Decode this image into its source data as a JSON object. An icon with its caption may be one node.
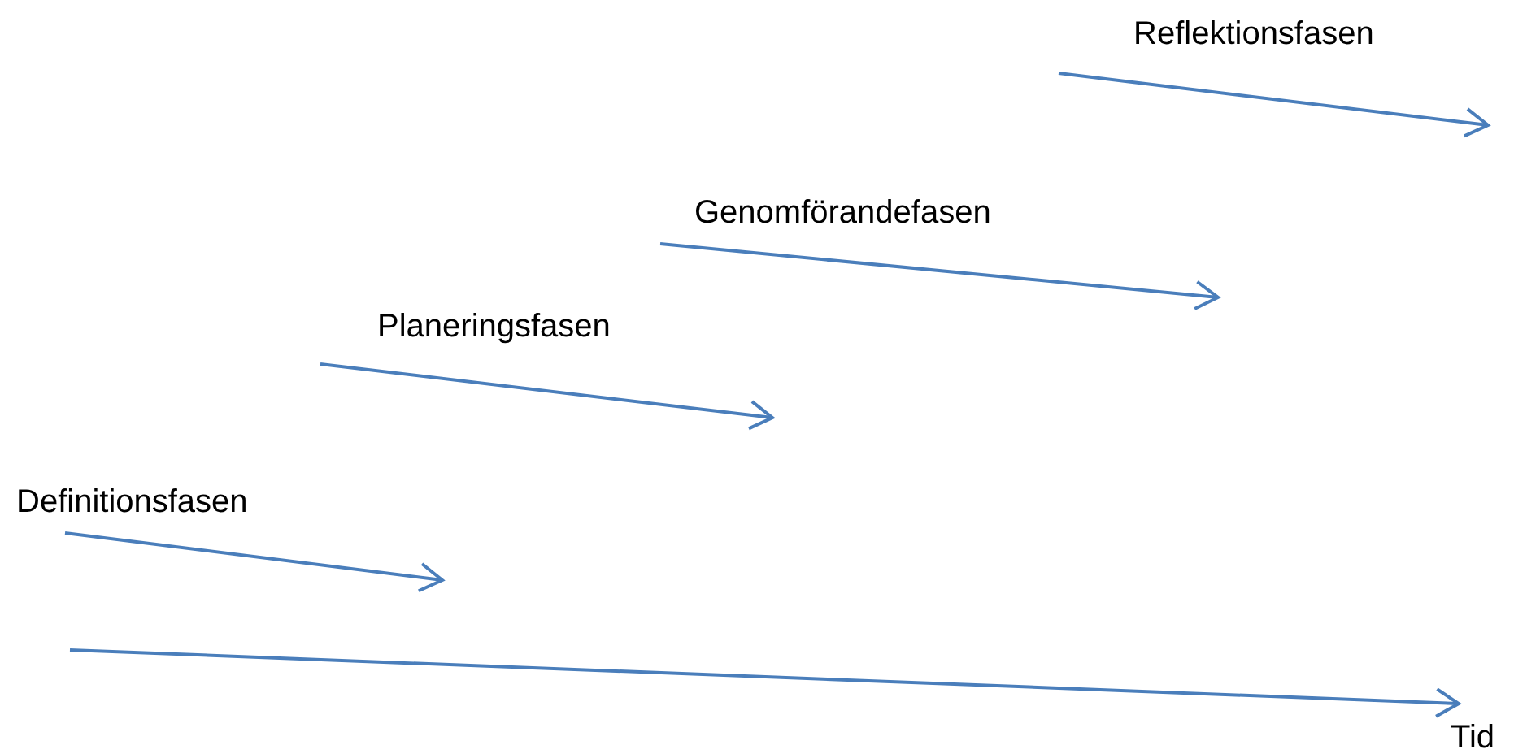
{
  "diagram": {
    "labels": [
      "Reflektionsfasen",
      "Genomförandefasen",
      "Planeringsfasen",
      "Definitionsfasen",
      "Tid"
    ]
  }
}
